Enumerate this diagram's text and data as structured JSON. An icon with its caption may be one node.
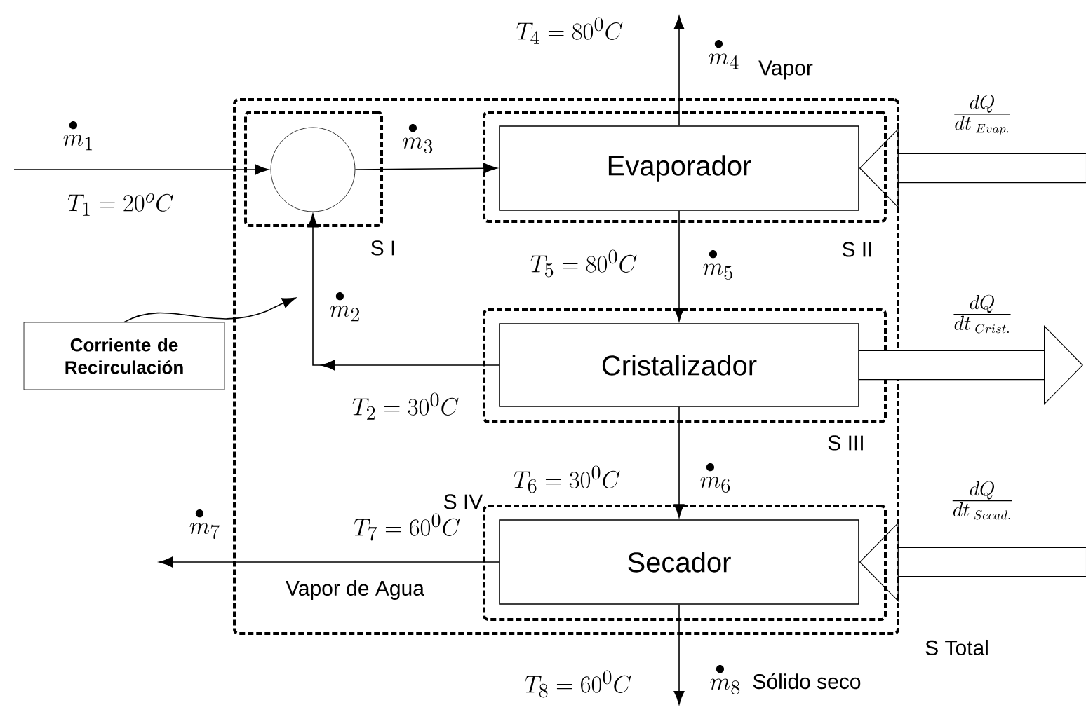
{
  "diagram": {
    "nodes": [
      {
        "text": [
          "S Total"
        ]
      },
      {
        "text": [
          "S I"
        ],
        "in": 0
      },
      {
        "text": [],
        "shape": "circle",
        "in": 1
      },
      {
        "text": [
          "S II"
        ],
        "in": 0
      },
      {
        "text": [
          "Evaporador"
        ],
        "in": 3
      },
      {
        "text": [
          "S III"
        ],
        "in": 0
      },
      {
        "text": [
          "Cristalizador"
        ],
        "in": 5
      },
      {
        "text": [
          "S IV"
        ],
        "in": 0
      },
      {
        "text": [
          "Secador"
        ],
        "in": 7
      },
      {
        "text": [
          "Corriente de Recirculación"
        ]
      }
    ],
    "edges": [
      {
        "from": null,
        "to": 2,
        "arrow": "to"
      },
      {
        "from": 2,
        "to": 4,
        "arrow": "to"
      },
      {
        "from": 4,
        "to": null,
        "arrow": "to"
      },
      {
        "from": 4,
        "to": 6,
        "arrow": "to"
      },
      {
        "from": 6,
        "to": 2,
        "arrow": "to"
      },
      {
        "from": 6,
        "to": 8,
        "arrow": "to"
      },
      {
        "from": 8,
        "to": null,
        "arrow": "to"
      },
      {
        "from": 8,
        "to": null,
        "arrow": "to"
      },
      {
        "from": null,
        "to": 4,
        "arrow": "to",
        "style": "thick"
      },
      {
        "from": 6,
        "to": null,
        "arrow": "to",
        "style": "thick"
      },
      {
        "from": null,
        "to": 8,
        "arrow": "to",
        "style": "thick"
      },
      {
        "from": 9,
        "to": null,
        "arrow": "to"
      }
    ],
    "labels": [
      "T_4 = 80^0 C",
      "\\overset{\\bullet}{m}_4",
      "Vapor",
      "\\frac{dQ}{dt_{\\;Evap.}}",
      "\\overset{\\bullet}{m}_1",
      "\\overset{\\bullet}{m}_3",
      "T_1 = 20^o C",
      "T_5 = 80^0 C",
      "\\overset{\\bullet}{m}_5",
      "\\overset{\\bullet}{m}_2",
      "\\frac{dQ}{dt_{\\;Crist.}}",
      "T_2 = 30^0 C",
      "T_6 = 30^0 C",
      "\\overset{\\bullet}{m}_6",
      "\\frac{dQ}{dt_{\\;Secad.}}",
      "\\overset{\\bullet}{m}_7",
      "T_7 = 60^0 C",
      "Vapor de Agua",
      "T_8 = 60^0 C",
      "\\overset{\\bullet}{m}_8",
      "Sólido seco"
    ]
  }
}
